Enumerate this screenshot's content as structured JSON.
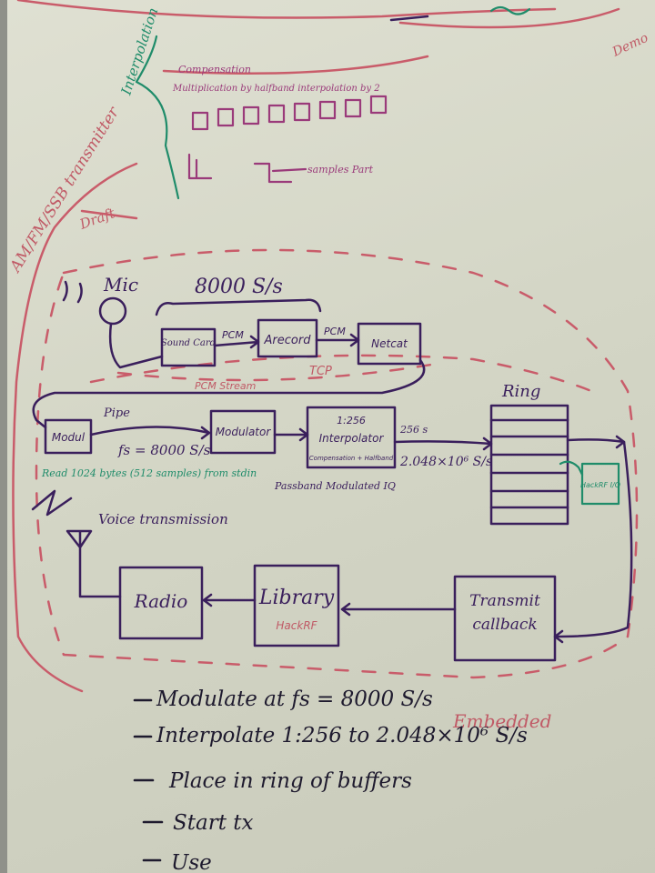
{
  "scribbles": {
    "interpolation": "Interpolation",
    "interp_note_1": "Compensation",
    "interp_note_2": "Multiplication by halfband interpolation by 2",
    "samples_note": "samples Part",
    "title_left": "AM/FM/SSB transmitter",
    "title_left_2": "Draft",
    "corner": "Demo"
  },
  "diagram": {
    "mic": "Mic",
    "rate_top": "8000 S/s",
    "sound_card": "Sound Card",
    "pcm_1": "PCM",
    "arecord": "Arecord",
    "pcm_2": "PCM",
    "netcat": "Netcat",
    "pcm_stream": "PCM Stream",
    "tcp": "TCP",
    "pipe": "Pipe",
    "mod_block": "Modul",
    "fs_label": "fs = 8000 S/s",
    "modulator": "Modulator",
    "interpolator_ratio": "1:256",
    "interpolator": "Interpolator",
    "interpolator_sub": "Compensation + Halfband",
    "out_ratio": "256 s",
    "out_rate": "2.048×10⁶ S/s",
    "ring": "Ring",
    "read_note": "Read 1024 bytes (512 samples) from stdin",
    "passband_note": "Passband Modulated IQ",
    "voice": "Voice transmission",
    "radio": "Radio",
    "library": "Library",
    "hackrf": "HackRF",
    "transmit": "Transmit",
    "callback": "callback",
    "hackrf_box": "HackRF I/Q",
    "embedded": "Embedded"
  },
  "notes": [
    "Modulate at fs = 8000 S/s",
    "Interpolate 1:256 to 2.048×10⁶ S/s",
    "Place in ring of buffers",
    "Start tx",
    "Use"
  ]
}
